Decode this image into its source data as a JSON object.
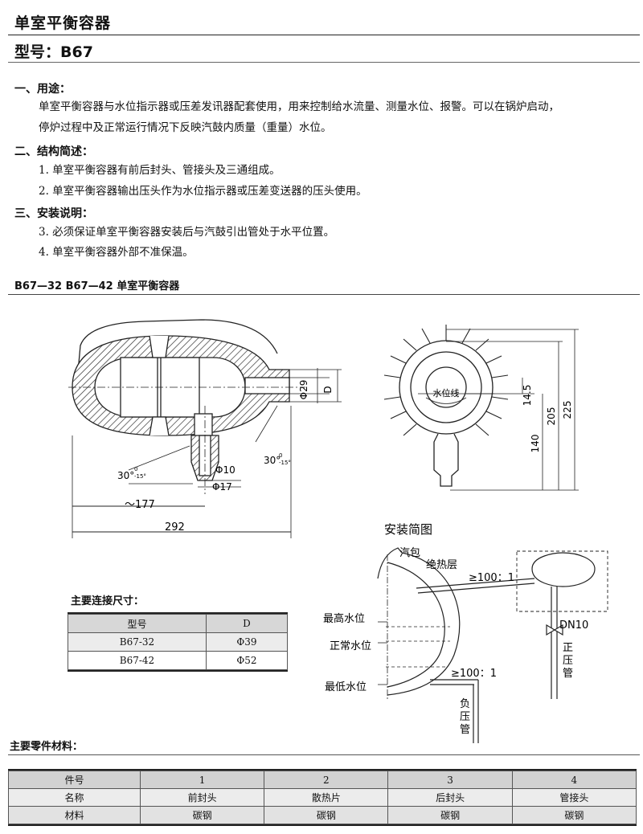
{
  "page": {
    "title": "单室平衡容器",
    "model": "型号：B67"
  },
  "sections": [
    {
      "heading": "一、用途：",
      "lines": [
        "单室平衡容器与水位指示器或压差发讯器配套使用，用来控制给水流量、测量水位、报警。可以在锅炉启动，",
        "停炉过程中及正常运行情况下反映汽鼓内质量（重量）水位。"
      ]
    },
    {
      "heading": "二、结构简述：",
      "lines": [
        "1. 单室平衡容器有前后封头、管接头及三通组成。",
        "2. 单室平衡容器输出压头作为水位指示器或压差变送器的压头使用。"
      ]
    },
    {
      "heading": "三、安装说明：",
      "lines": [
        "3. 必须保证单室平衡容器安装后与汽鼓引出管处于水平位置。",
        "4. 单室平衡容器外部不准保温。"
      ]
    }
  ],
  "figure": {
    "caption": "B67—32   B67—42   单室平衡容器",
    "front_dims": {
      "d29": "Φ29",
      "D": "D",
      "d10": "Φ10",
      "d17": "Φ17",
      "l177": "～177",
      "l292": "292",
      "ang_a": "30°",
      "ang_a_tol": "0",
      "ang_a_tol2": "-15°",
      "ang_b": "30°",
      "ang_b_tol": "0",
      "ang_b_tol2": "-15°"
    },
    "side_dims": {
      "water_line": "水位线",
      "h14_5": "14.5",
      "h140": "140",
      "h205": "205",
      "h225": "225"
    },
    "install": {
      "title": "安装简图",
      "drum": "汽包",
      "insulation": "绝热层",
      "slope_top": "≥100：1",
      "slope_bottom": "≥100：1",
      "high": "最高水位",
      "normal": "正常水位",
      "low": "最低水位",
      "dn": "DN10",
      "positive": [
        "正",
        "压",
        "管"
      ],
      "negative": [
        "负",
        "压",
        "管"
      ]
    }
  },
  "dimension_table": {
    "title": "主要连接尺寸：",
    "headers": [
      "型号",
      "D"
    ],
    "rows": [
      [
        "B67-32",
        "Φ39"
      ],
      [
        "B67-42",
        "Φ52"
      ]
    ]
  },
  "materials_table": {
    "title": "主要零件材料：",
    "rows": [
      [
        "件号",
        "1",
        "2",
        "3",
        "4"
      ],
      [
        "名称",
        "前封头",
        "散热片",
        "后封头",
        "管接头"
      ],
      [
        "材料",
        "碳钢",
        "碳钢",
        "碳钢",
        "碳钢"
      ]
    ]
  }
}
